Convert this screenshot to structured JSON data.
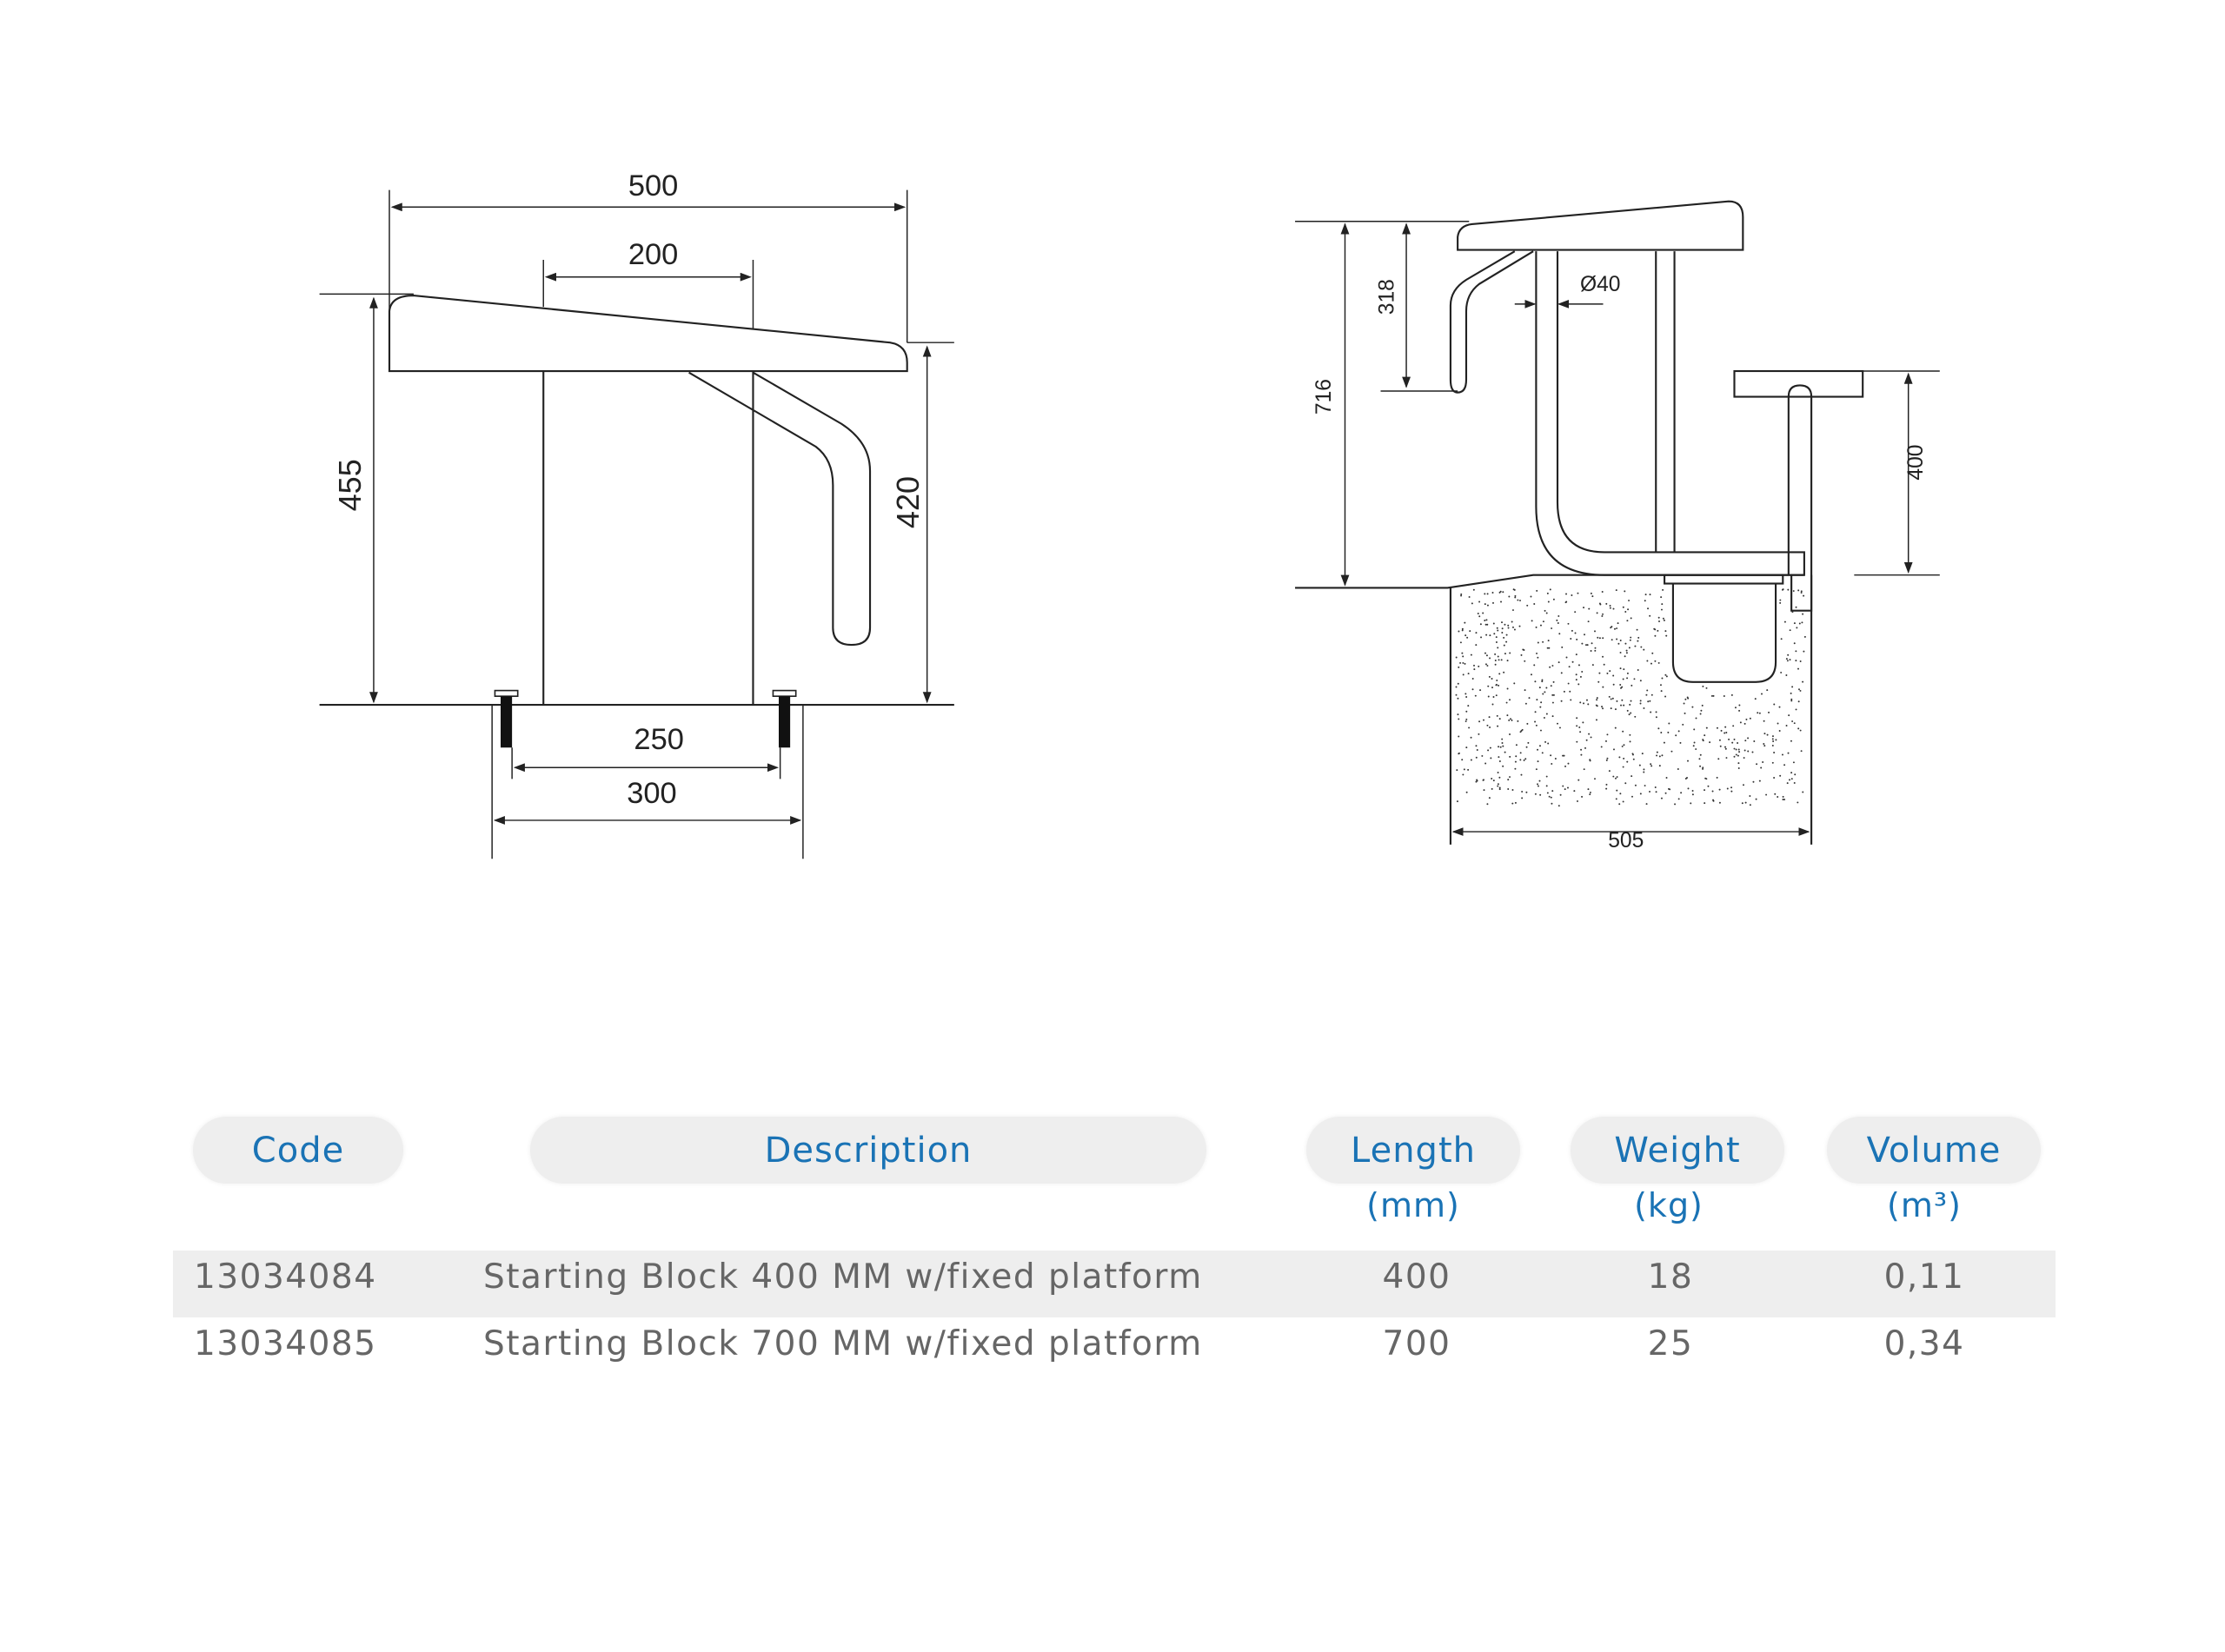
{
  "front_view": {
    "dim_width_total": "500",
    "dim_post_spacing": "200",
    "dim_height_rear": "455",
    "dim_height_front": "420",
    "dim_anchor_spacing": "250",
    "dim_base_width": "300"
  },
  "side_view": {
    "dim_total_height": "716",
    "dim_handle_height": "318",
    "dim_tube_diameter": "Ø40",
    "dim_step_height": "400",
    "dim_base_depth": "505"
  },
  "table": {
    "headers": [
      {
        "label": "Code",
        "unit": ""
      },
      {
        "label": "Description",
        "unit": ""
      },
      {
        "label": "Length",
        "unit": "(mm)"
      },
      {
        "label": "Weight",
        "unit": "(kg)"
      },
      {
        "label": "Volume",
        "unit": "(m³)"
      }
    ],
    "rows": [
      {
        "code": "13034084",
        "description": "Starting Block 400 MM w/fixed platform",
        "length": "400",
        "weight": "18",
        "volume": "0,11"
      },
      {
        "code": "13034085",
        "description": "Starting Block 700 MM w/fixed platform",
        "length": "700",
        "weight": "25",
        "volume": "0,34"
      }
    ]
  },
  "colors": {
    "header_text": "#1a73b5",
    "pill_bg": "#eeeeee",
    "body_text": "#666666"
  }
}
